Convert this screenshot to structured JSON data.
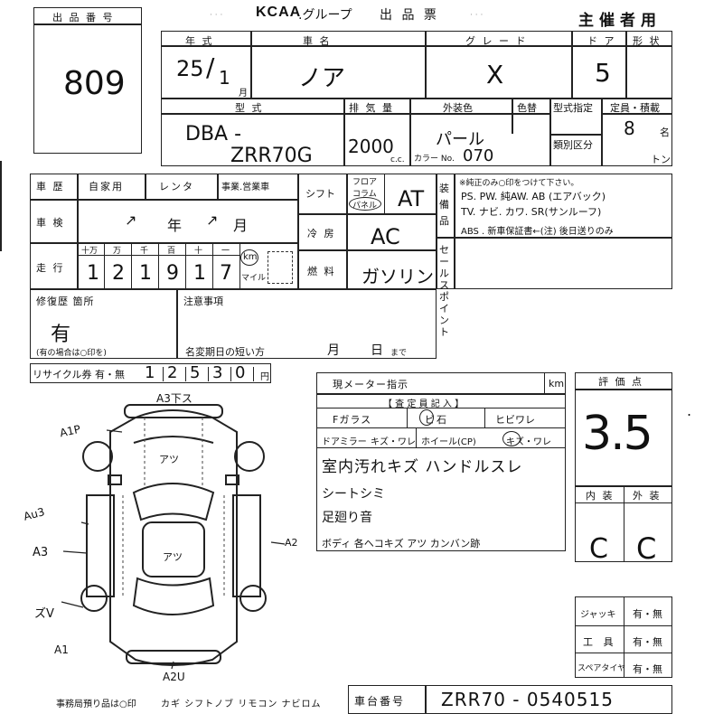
{
  "header": {
    "lot_label": "出 品 番 号",
    "lot_number": "809",
    "brand": "KCAA",
    "brand_suffix": ".グループ",
    "sheet_title": "出 品 票",
    "organizer": "主催者用"
  },
  "vehicle": {
    "year_label": "年 式",
    "car_name_label": "車 名",
    "grade_label": "グ レ ー ド",
    "doors_label": "ド ア",
    "shape_label": "形 状",
    "year_value": "25",
    "month_value": "1",
    "month_unit": "月",
    "car_name_value": "ノア",
    "grade_value": "X",
    "doors_value": "5",
    "model_label": "型 式",
    "displacement_label": "排 気 量",
    "ext_color_label": "外装色",
    "color_change_label": "色替",
    "model_designation_label": "型式指定",
    "category_label": "類別区分",
    "capacity_label": "定員・積載",
    "model_value_1": "DBA -",
    "model_value_2": "ZRR70G",
    "displacement_value": "2000",
    "cc_unit": "c.c.",
    "color_value": "パール",
    "color_no_label": "カラー No.",
    "color_no_value": "070",
    "capacity_value": "8",
    "capacity_unit": "名",
    "load_unit": "トン"
  },
  "usage": {
    "history_label": "車 歴",
    "private_label": "自家用",
    "rental_label": "レンタ",
    "business_label": "事業.営業車",
    "inspection_label": "車 検",
    "inspection_year_value": "↗",
    "inspection_year_unit": "年",
    "inspection_month_value": "↗",
    "inspection_month_unit": "月",
    "mileage_label": "走 行",
    "digit_labels": [
      "十万",
      "万",
      "千",
      "百",
      "十",
      "一"
    ],
    "mileage_digits": [
      "1",
      "2",
      "1",
      "9",
      "1",
      "7"
    ],
    "km_label": "km",
    "mile_label": "マイル"
  },
  "equipment": {
    "shift_label": "シフト",
    "floor_label": "フロア",
    "column_label": "コラム",
    "panel_label": "パネル",
    "shift_value": "AT",
    "ac_label": "冷 房",
    "ac_value": "AC",
    "fuel_label": "燃 料",
    "fuel_value": "ガソリン",
    "equip_label": "装 備 品",
    "equip_note": "※純正のみ○印をつけて下さい。",
    "equip_line_1": "PS. PW. 純AW. AB (エアバック)",
    "equip_line_2": "TV. ナビ. カワ. SR(サンルーフ)",
    "equip_line_3": "ABS . 新車保証書←(注) 後日送りのみ",
    "sales_point_label": "セールスポイント"
  },
  "repair": {
    "repair_label": "修復歴 箇所",
    "repair_value": "有",
    "repair_note": "(有の場合は○印を)",
    "notes_label": "注意事項",
    "name_change_label": "名変期日の短い方",
    "month_unit": "月",
    "day_unit": "日",
    "until_label": "まで"
  },
  "recycle": {
    "label": "リサイクル券 有・無",
    "digits": [
      "1",
      "2",
      "5",
      "3",
      "0"
    ],
    "unit": "円"
  },
  "diagram_marks": {
    "front": "A3下ス",
    "left_top": "A1P",
    "left_mid": "Au3",
    "left_low": "A3",
    "left_bottom": "ズV",
    "left_corner": "A1",
    "bottom": "A2U",
    "right": "A2",
    "roof": "アツ",
    "body": "アツ"
  },
  "inspector": {
    "meter_label": "現メーター指示",
    "meter_unit": "km",
    "header": "【 査 定 員 記 入 】",
    "windshield_label": "Fガラス",
    "windshield_flying": "ビ石",
    "windshield_crack": "ヒビワレ",
    "door_mirror_label": "ドアミラー",
    "door_mirror_value": "キズ・ワレ",
    "wheel_label": "ホイール(CP)",
    "wheel_value": "キズ・ワレ",
    "comment_1": "室内汚れキズ ハンドルスレ",
    "comment_2": "シートシミ",
    "comment_3": "足廻り音",
    "comment_4": "ボディ 各ヘコキズ アツ カンバン跡"
  },
  "rating": {
    "score_label": "評 価 点",
    "score_value": "3.5",
    "interior_label": "内 装",
    "exterior_label": "外 装",
    "interior_value": "C",
    "exterior_value": "C"
  },
  "tools": {
    "jack_label": "ジャッキ",
    "tools_label": "工 具",
    "spare_label": "スペアタイヤ",
    "yes_no": "有・無"
  },
  "footer": {
    "office_note": "事務局預り品は○印",
    "items": "カギ シフトノブ リモコン ナビロム",
    "chassis_label": "車台番号",
    "chassis_value": "ZRR70 - 0540515"
  }
}
